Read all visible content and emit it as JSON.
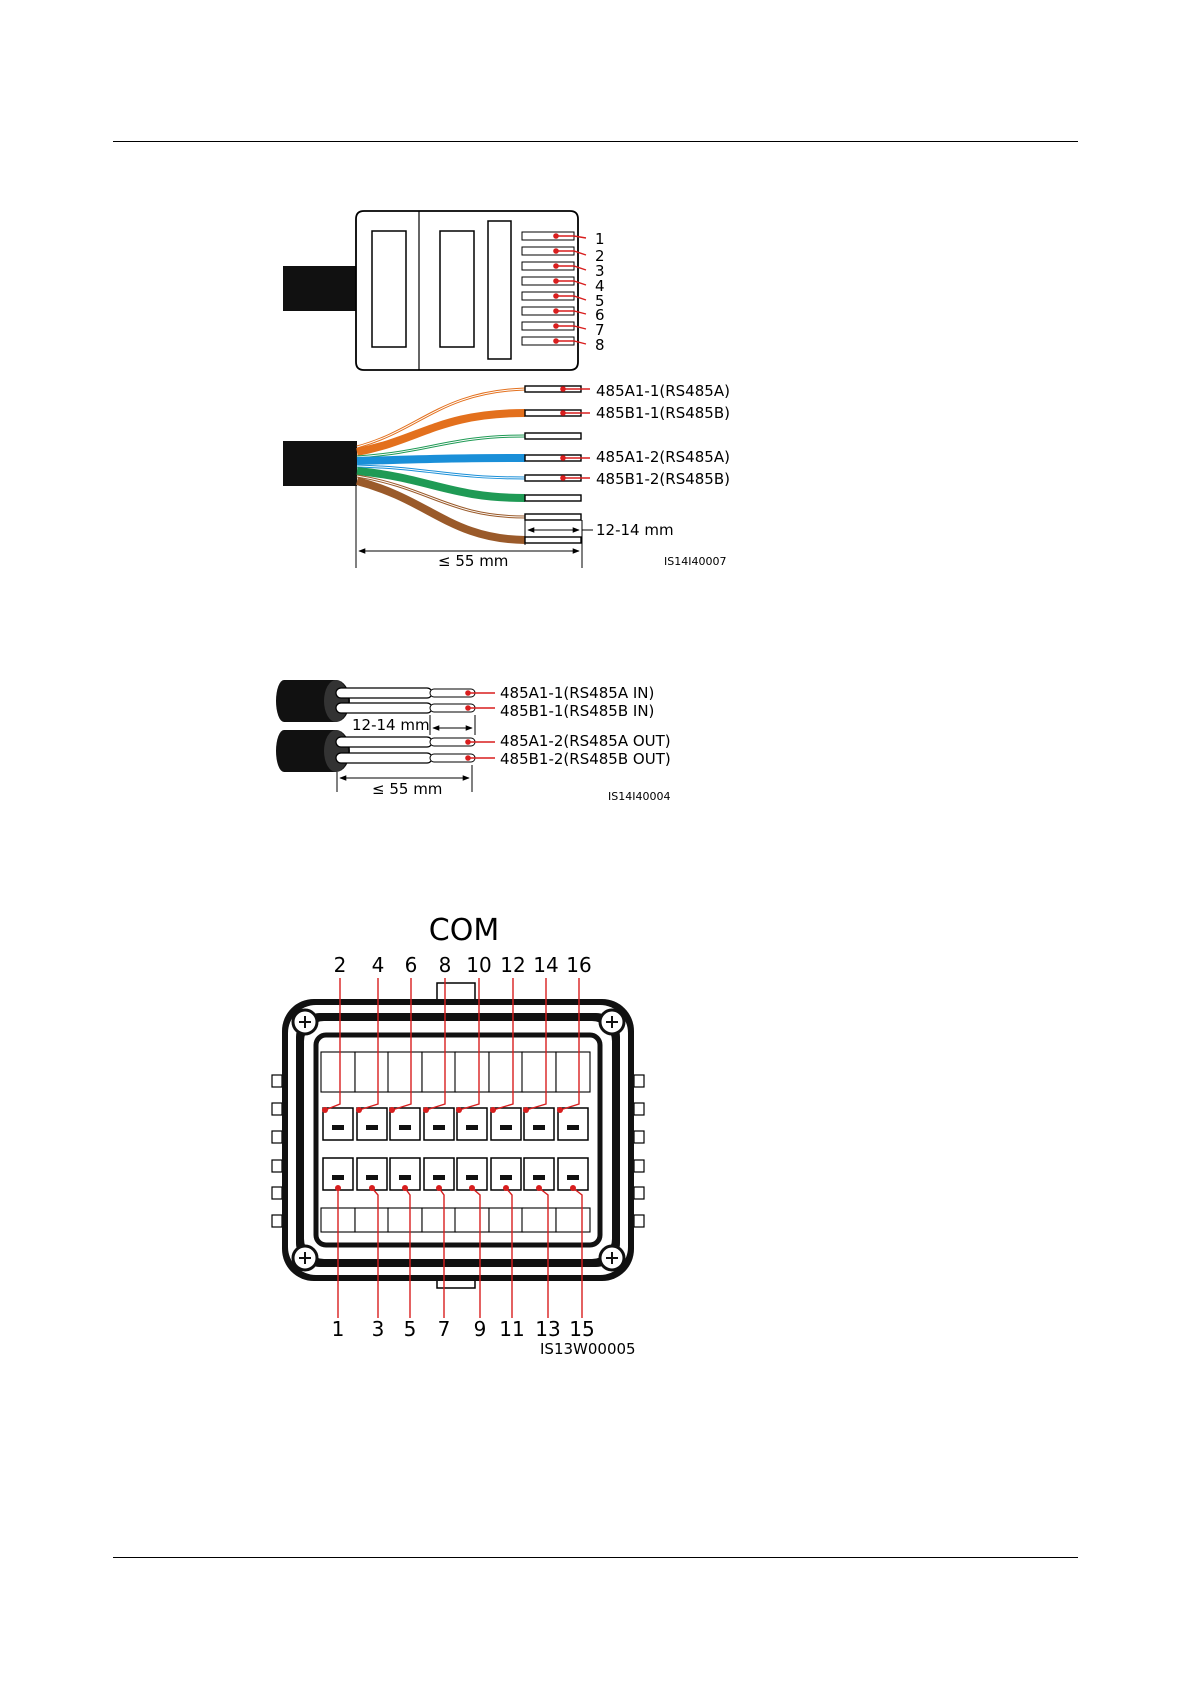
{
  "fig1": {
    "pins": [
      "1",
      "2",
      "3",
      "4",
      "5",
      "6",
      "7",
      "8"
    ],
    "wires": [
      "485A1-1(RS485A)",
      "485B1-1(RS485B)",
      "485A1-2(RS485A)",
      "485B1-2(RS485B)"
    ],
    "strip_length": "12-14 mm",
    "total_length": "≤ 55 mm",
    "code": "IS14I40007"
  },
  "fig2": {
    "wires": [
      "485A1-1(RS485A IN)",
      "485B1-1(RS485B IN)",
      "485A1-2(RS485A OUT)",
      "485B1-2(RS485B OUT)"
    ],
    "strip_length": "12-14 mm",
    "total_length": "≤ 55 mm",
    "code": "IS14I40004"
  },
  "fig3": {
    "title": "COM",
    "top_pins": [
      "2",
      "4",
      "6",
      "8",
      "10",
      "12",
      "14",
      "16"
    ],
    "bottom_pins": [
      "1",
      "3",
      "5",
      "7",
      "9",
      "11",
      "13",
      "15"
    ],
    "code": "IS13W00005"
  },
  "colors": {
    "callout": "#d81e1e",
    "orange": "#e3701d",
    "green": "#1f9a55",
    "blue": "#1a8fd8",
    "brown": "#9a5a2a"
  }
}
